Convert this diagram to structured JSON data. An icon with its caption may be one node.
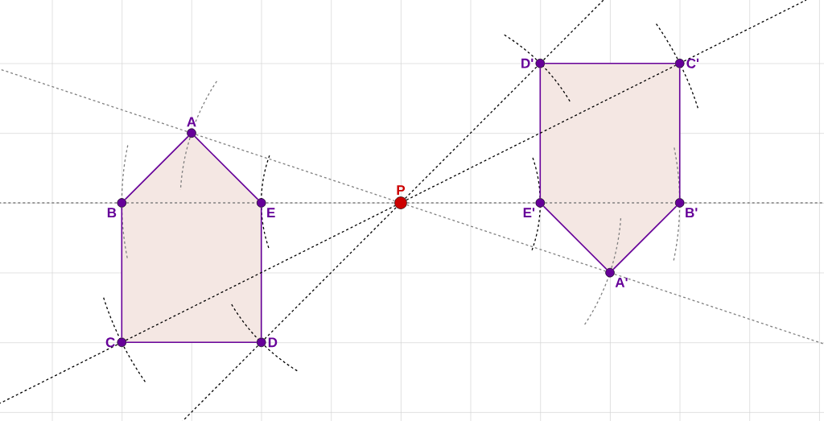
{
  "diagram": {
    "nodes": [
      {
        "text": [
          "A"
        ]
      },
      {
        "text": [
          "B"
        ]
      },
      {
        "text": [
          "C"
        ]
      },
      {
        "text": [
          "D"
        ]
      },
      {
        "text": [
          "E"
        ]
      },
      {
        "text": [
          "P"
        ]
      },
      {
        "text": [
          "A'"
        ]
      },
      {
        "text": [
          "B'"
        ]
      },
      {
        "text": [
          "C'"
        ]
      },
      {
        "text": [
          "D'"
        ]
      },
      {
        "text": [
          "E'"
        ]
      }
    ],
    "edges": [
      {
        "from": 0,
        "to": 1,
        "arrow": "none"
      },
      {
        "from": 1,
        "to": 2,
        "arrow": "none"
      },
      {
        "from": 2,
        "to": 3,
        "arrow": "none"
      },
      {
        "from": 3,
        "to": 4,
        "arrow": "none"
      },
      {
        "from": 4,
        "to": 0,
        "arrow": "none"
      },
      {
        "from": 6,
        "to": 7,
        "arrow": "none"
      },
      {
        "from": 7,
        "to": 8,
        "arrow": "none"
      },
      {
        "from": 8,
        "to": 9,
        "arrow": "none"
      },
      {
        "from": 9,
        "to": 10,
        "arrow": "none"
      },
      {
        "from": 10,
        "to": 6,
        "arrow": "none"
      },
      {
        "from": 0,
        "to": 5,
        "arrow": "none",
        "style": "dashed",
        "color": "#808080"
      },
      {
        "from": 5,
        "to": 6,
        "arrow": "none",
        "style": "dashed",
        "color": "#808080"
      },
      {
        "from": 1,
        "to": 4,
        "arrow": "none",
        "style": "dashed",
        "color": "#808080"
      },
      {
        "from": 4,
        "to": 5,
        "arrow": "none",
        "style": "dashed",
        "color": "#808080"
      },
      {
        "from": 5,
        "to": 10,
        "arrow": "none",
        "style": "dashed",
        "color": "#808080"
      },
      {
        "from": 10,
        "to": 7,
        "arrow": "none",
        "style": "dashed",
        "color": "#808080"
      },
      {
        "from": 2,
        "to": 5,
        "arrow": "none",
        "style": "dashed",
        "color": "#000000"
      },
      {
        "from": 5,
        "to": 8,
        "arrow": "none",
        "style": "dashed",
        "color": "#000000"
      },
      {
        "from": 3,
        "to": 5,
        "arrow": "none",
        "style": "dashed",
        "color": "#000000"
      },
      {
        "from": 5,
        "to": 9,
        "arrow": "none",
        "style": "dashed",
        "color": "#000000"
      }
    ]
  }
}
